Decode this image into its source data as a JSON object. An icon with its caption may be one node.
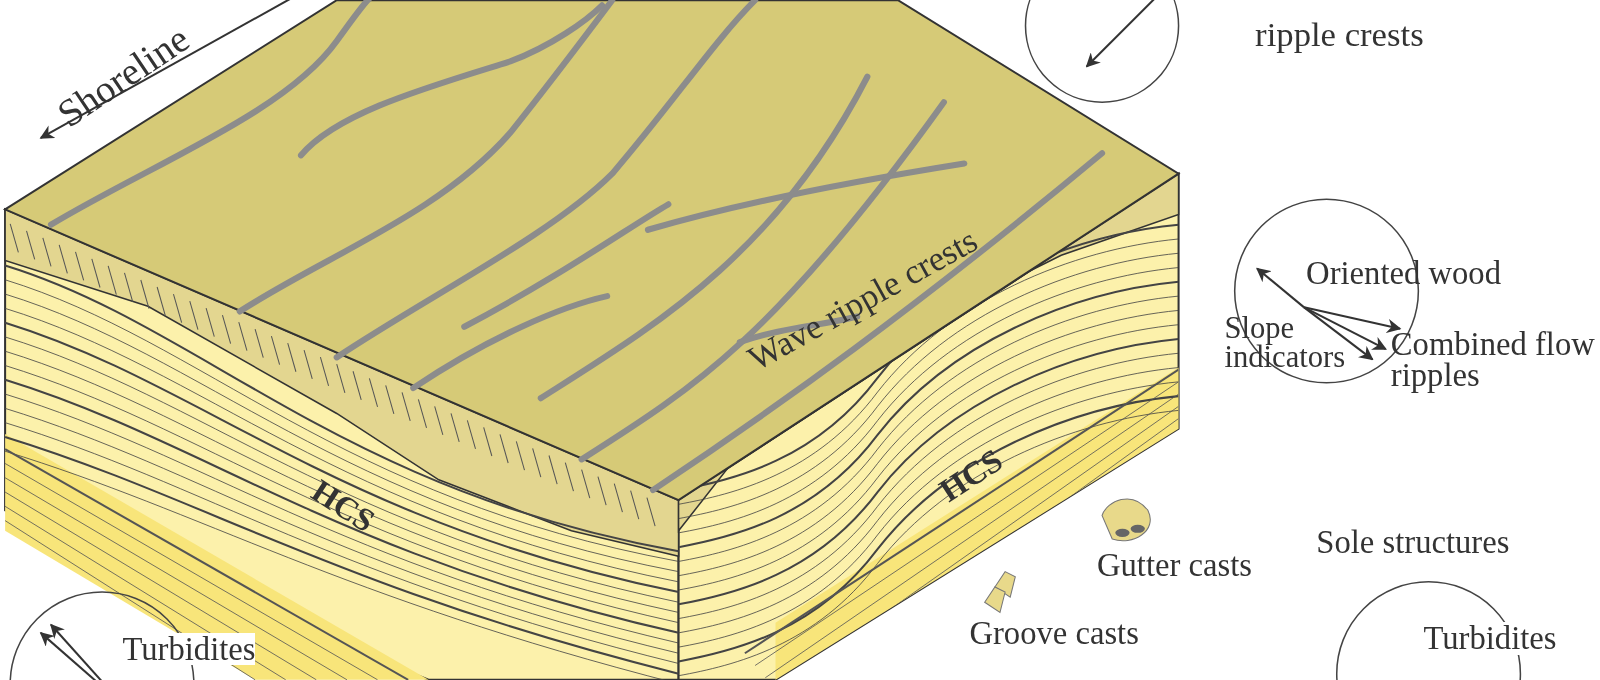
{
  "diagram": {
    "labels": [
      "Shoreline",
      "ripple crests",
      "Wave ripple crests",
      "Oriented wood",
      "Slope indicators",
      "Combined flow ripples",
      "HCS",
      "HCS",
      "Gutter casts",
      "Sole structures",
      "Groove casts",
      "Turbidites",
      "Turbidites"
    ]
  }
}
